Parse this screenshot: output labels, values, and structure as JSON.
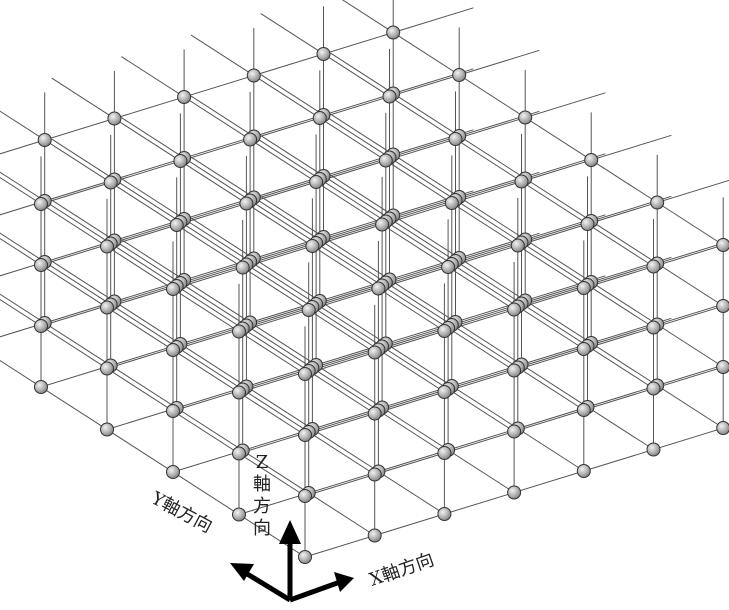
{
  "diagram": {
    "description_free": true,
    "lattice": {
      "x_count": 7,
      "y_count": 6,
      "z_count": 4
    },
    "axes": {
      "z_label_chars": [
        "Z",
        "軸",
        "方",
        "向"
      ],
      "y_label": "Y軸方向",
      "x_label": "X軸方向"
    },
    "colors": {
      "line": "#555555",
      "node_fill": "#b5b5b5",
      "node_stroke": "#333333",
      "arrow": "#000000"
    }
  }
}
